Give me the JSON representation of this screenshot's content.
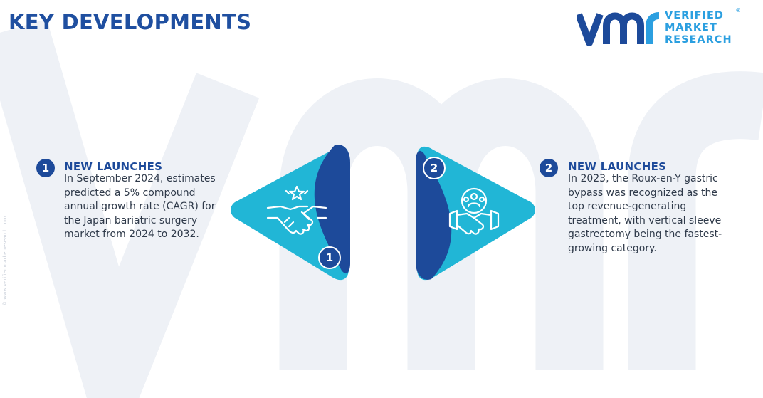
{
  "title": "KEY DEVELOPMENTS",
  "logo": {
    "line1": "VERIFIED",
    "line2": "MARKET",
    "line3": "RESEARCH",
    "registered": "®"
  },
  "watermark_side": "© www.verifiedmarketresearch.com",
  "developments": [
    {
      "number": "1",
      "heading": "NEW LAUNCHES",
      "body": "In September 2024, estimates predicted a 5% compound annual growth rate (CAGR) for the Japan bariatric surgery market from 2024 to 2032.",
      "icon": "handshake-icon"
    },
    {
      "number": "2",
      "heading": "NEW LAUNCHES",
      "body": "In 2023, the Roux-en-Y gastric bypass was recognized as the top revenue-generating treatment, with vertical sleeve gastrectomy being the fastest-growing category.",
      "icon": "team-collaboration-icon"
    }
  ],
  "colors": {
    "navy": "#1d4a9a",
    "cyan": "#21b6d6",
    "accent": "#2b9fe0",
    "title": "#1f4fa0"
  }
}
